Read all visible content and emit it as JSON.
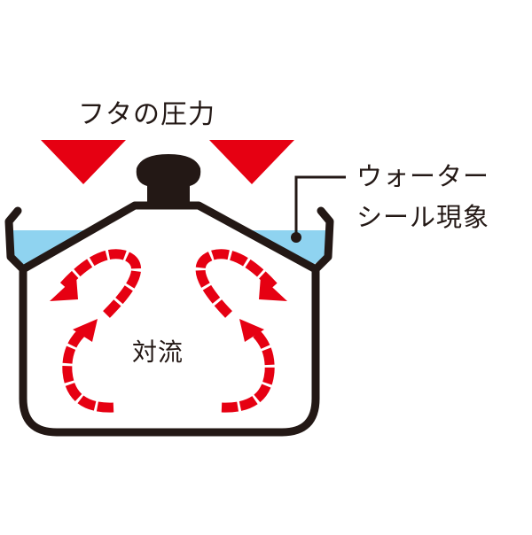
{
  "labels": {
    "lid_pressure": "フタの圧力",
    "water_seal_line1": "ウォーター",
    "water_seal_line2": "シール現象",
    "convection": "対流"
  },
  "colors": {
    "arrow_red": "#e60012",
    "outline": "#231815",
    "water_blue": "#8fd3f0",
    "background": "#ffffff"
  },
  "icons": {
    "pressure_arrows": "red-down-triangles",
    "convection_arrows": "red-dashed-curved-arrows",
    "lid_knob": "black-knob"
  }
}
